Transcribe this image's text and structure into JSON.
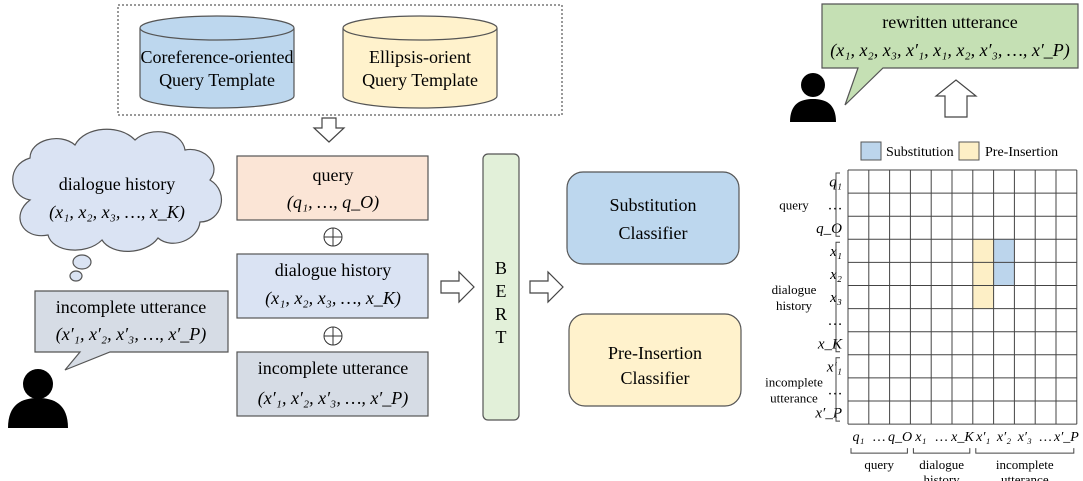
{
  "templates": {
    "coref_line1": "Coreference-oriented",
    "coref_line2": "Query Template",
    "ellipsis_line1": "Ellipsis-orient",
    "ellipsis_line2": "Query Template"
  },
  "cloud": {
    "title": "dialogue history",
    "formula": "(x₁, x₂, x₃, …, x_K)"
  },
  "speech_incomplete": {
    "title": "incomplete utterance",
    "formula": "(x′₁, x′₂, x′₃, …, x′_P)"
  },
  "inputs": {
    "query_title": "query",
    "query_formula": "(q₁, …, q_O)",
    "history_title": "dialogue history",
    "history_formula": "(x₁, x₂, x₃, …, x_K)",
    "utterance_title": "incomplete utterance",
    "utterance_formula": "(x′₁, x′₂, x′₃, …, x′_P)",
    "oplus": "⊕"
  },
  "bert": {
    "letters": [
      "B",
      "E",
      "R",
      "T"
    ]
  },
  "classifiers": {
    "substitution": [
      "Substitution",
      "Classifier"
    ],
    "preinsertion": [
      "Pre-Insertion",
      "Classifier"
    ]
  },
  "rewritten": {
    "title": "rewritten utterance",
    "formula": "(x₁, x₂, x₃, x′₁, x₁, x₂, x′₃, …, x′_P)"
  },
  "legend": {
    "substitution": "Substitution",
    "preinsertion": "Pre-Insertion",
    "substitution_color": "#bcd5ec",
    "preinsertion_color": "#fdefc6"
  },
  "grid": {
    "row_labels": [
      "q₁",
      "…",
      "q_O",
      "x₁",
      "x₂",
      "x₃",
      "…",
      "x_K",
      "x′₁",
      "…",
      "x′_P"
    ],
    "col_labels": [
      "q₁",
      "…",
      "q_O",
      "x₁",
      "…",
      "x_K",
      "x′₁",
      "x′₂",
      "x′₃",
      "…",
      "x′_P"
    ],
    "row_groups": [
      "query",
      "dialogue history",
      "incomplete utterance"
    ],
    "col_groups": [
      "query",
      "dialogue history",
      "incomplete utterance"
    ],
    "substitution_cells": [
      [
        3,
        7
      ],
      [
        4,
        7
      ]
    ],
    "preinsertion_cells": [
      [
        3,
        6
      ],
      [
        4,
        6
      ],
      [
        5,
        6
      ]
    ]
  },
  "colors": {
    "template_blue": "#bdd7ee",
    "template_yellow": "#fff2cc",
    "query_box": "#fbe5d6",
    "history_box": "#dae3f3",
    "utterance_box": "#d6dce5",
    "bert_box": "#e2f0d9",
    "cloud": "#dae3f3",
    "rewritten_box": "#c5e0b4",
    "substitution_cls": "#bdd7ee",
    "preinsertion_cls": "#fff2cc"
  }
}
